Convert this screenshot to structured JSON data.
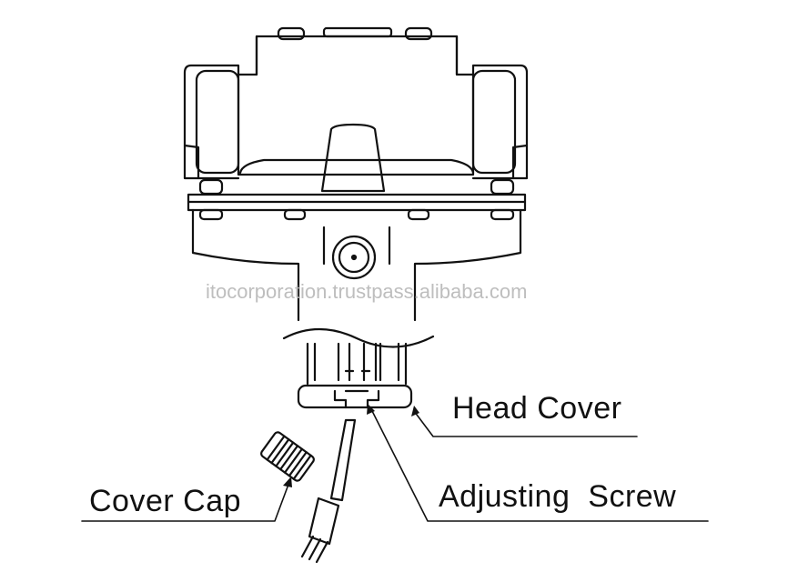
{
  "labels": {
    "head_cover": "Head Cover",
    "adjusting_screw": "Adjusting  Screw",
    "cover_cap": "Cover Cap"
  },
  "watermark": "itocorporation.trustpass.alibaba.com",
  "colors": {
    "line": "#111111",
    "background": "#ffffff",
    "watermark": "#b8b8b8"
  }
}
